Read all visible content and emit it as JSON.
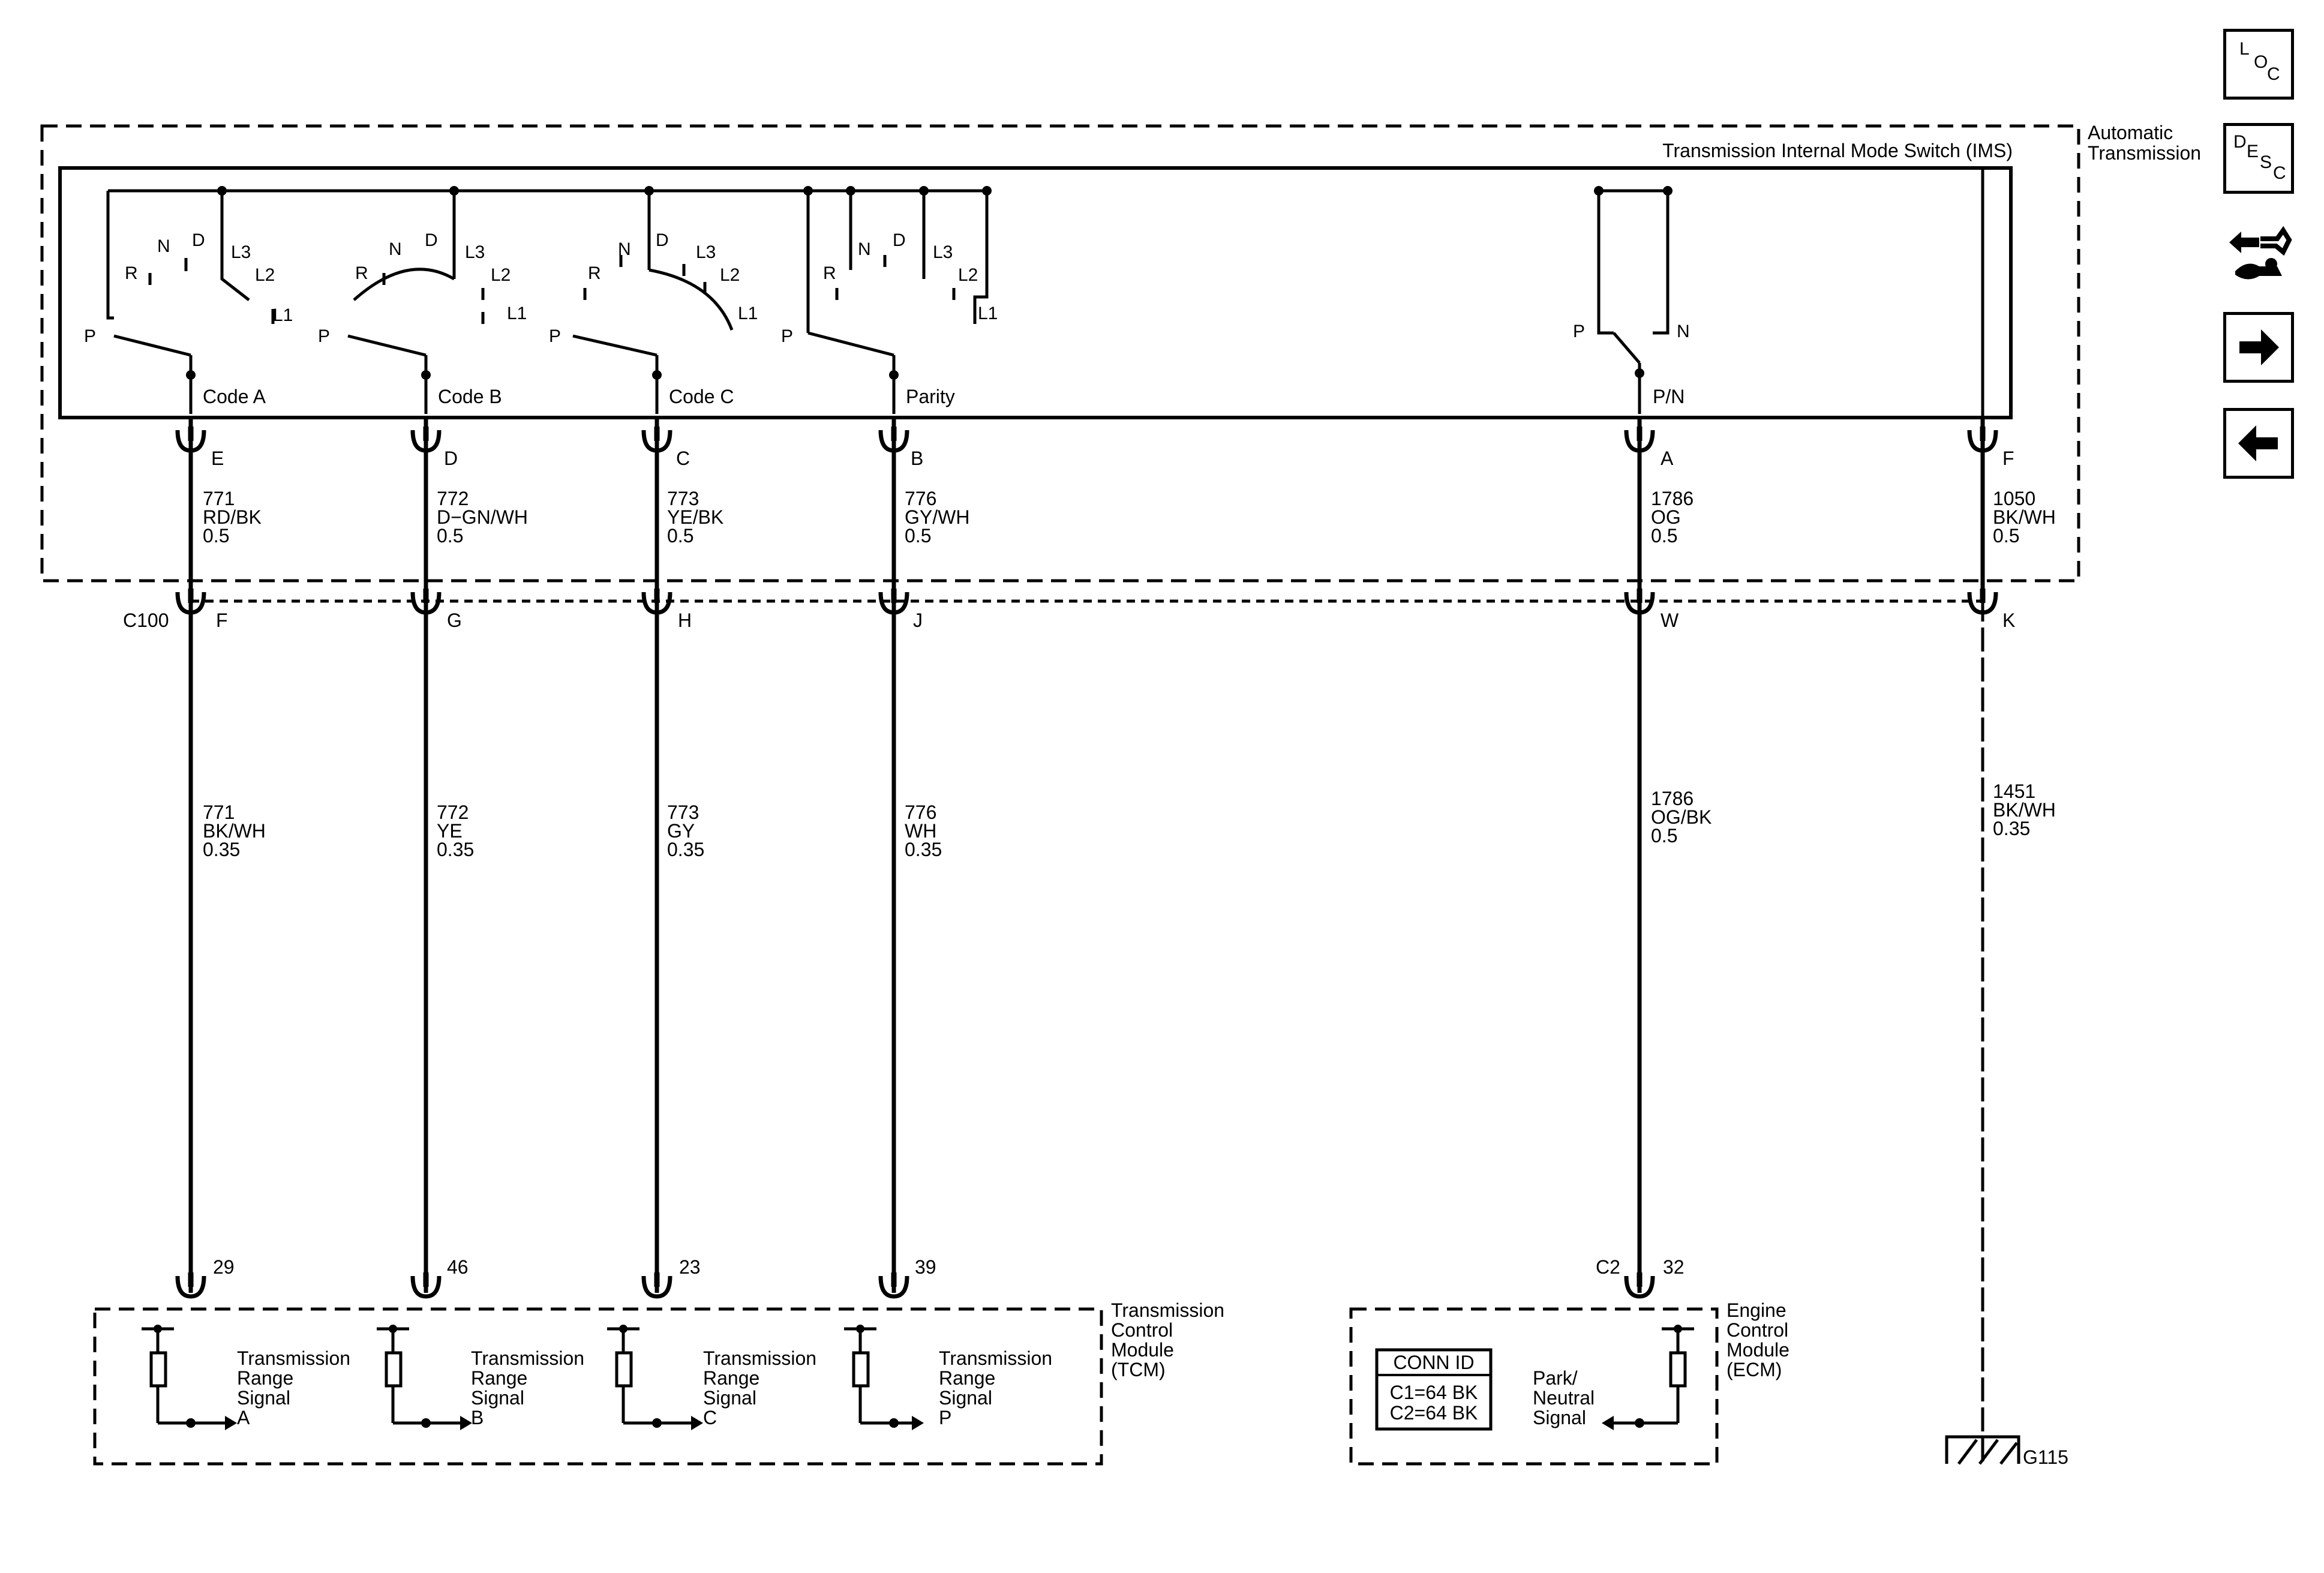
{
  "module_ims": {
    "title": "Transmission Internal Mode Switch (IMS)",
    "outer_line1": "Automatic",
    "outer_line2": "Transmission",
    "switch_labels": {
      "codeA": [
        "P",
        "R",
        "N",
        "D",
        "L3",
        "L2",
        "L1"
      ],
      "codeB": [
        "P",
        "R",
        "N",
        "D",
        "L3",
        "L2",
        "L1"
      ],
      "codeC": [
        "P",
        "R",
        "N",
        "D",
        "L3",
        "L2",
        "L1"
      ],
      "parity": [
        "P",
        "R",
        "N",
        "D",
        "L3",
        "L2",
        "L1"
      ],
      "pn": [
        "P",
        "N"
      ]
    },
    "outputs": [
      "Code A",
      "Code B",
      "Code C",
      "Parity",
      "P/N"
    ]
  },
  "wires": [
    {
      "id": "codeA",
      "ims_pin": "E",
      "upper": [
        "771",
        "RD/BK",
        "0.5"
      ],
      "c100_pin": "F",
      "lower": [
        "771",
        "BK/WH",
        "0.35"
      ],
      "module_pin": "29"
    },
    {
      "id": "codeB",
      "ims_pin": "D",
      "upper": [
        "772",
        "D−GN/WH",
        "0.5"
      ],
      "c100_pin": "G",
      "lower": [
        "772",
        "YE",
        "0.35"
      ],
      "module_pin": "46"
    },
    {
      "id": "codeC",
      "ims_pin": "C",
      "upper": [
        "773",
        "YE/BK",
        "0.5"
      ],
      "c100_pin": "H",
      "lower": [
        "773",
        "GY",
        "0.35"
      ],
      "module_pin": "23"
    },
    {
      "id": "parity",
      "ims_pin": "B",
      "upper": [
        "776",
        "GY/WH",
        "0.5"
      ],
      "c100_pin": "J",
      "lower": [
        "776",
        "WH",
        "0.35"
      ],
      "module_pin": "39"
    },
    {
      "id": "pn",
      "ims_pin": "A",
      "upper": [
        "1786",
        "OG",
        "0.5"
      ],
      "c100_pin": "W",
      "lower": [
        "1786",
        "OG/BK",
        "0.5"
      ],
      "module_pin": "32"
    },
    {
      "id": "ground",
      "ims_pin": "F",
      "upper": [
        "1050",
        "BK/WH",
        "0.5"
      ],
      "c100_pin": "K",
      "lower": [
        "1451",
        "BK/WH",
        "0.35"
      ],
      "module_pin": ""
    }
  ],
  "connector": "C100",
  "tcm": {
    "title_lines": [
      "Transmission",
      "Control",
      "Module",
      "(TCM)"
    ],
    "signals": [
      [
        "Transmission",
        "Range",
        "Signal",
        "A"
      ],
      [
        "Transmission",
        "Range",
        "Signal",
        "B"
      ],
      [
        "Transmission",
        "Range",
        "Signal",
        "C"
      ],
      [
        "Transmission",
        "Range",
        "Signal",
        "P"
      ]
    ]
  },
  "ecm": {
    "title_lines": [
      "Engine",
      "Control",
      "Module",
      "(ECM)"
    ],
    "connector": "C2",
    "signal": [
      "Park/",
      "Neutral",
      "Signal"
    ],
    "conn_id": {
      "title": "CONN ID",
      "lines": [
        "C1=64 BK",
        "C2=64 BK"
      ]
    }
  },
  "ground": "G115",
  "nav": {
    "loc": [
      "L",
      "O",
      "C"
    ],
    "desc": [
      "D",
      "E",
      "S",
      "C"
    ],
    "icons": [
      "connector-swap-icon",
      "arrow-right-icon",
      "arrow-left-icon"
    ]
  }
}
